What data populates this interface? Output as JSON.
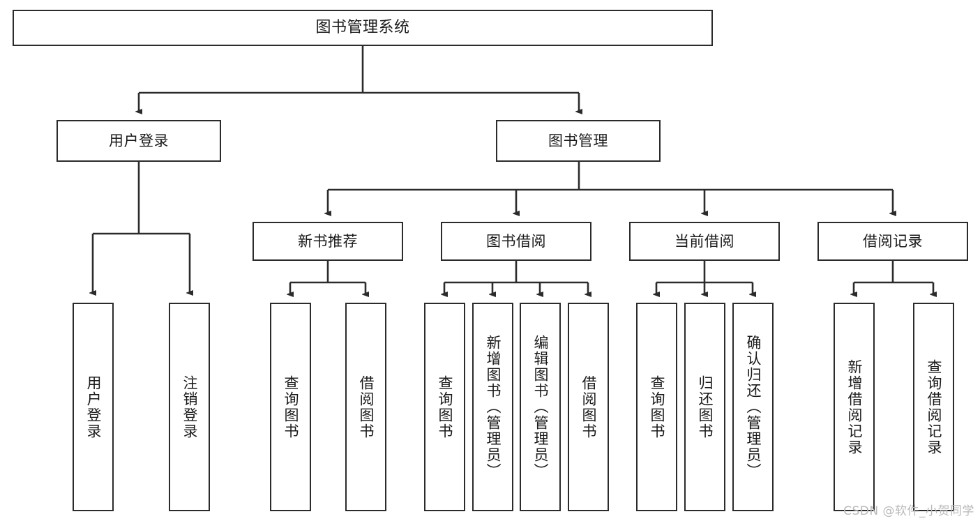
{
  "diagram": {
    "title": "图书管理系统",
    "type": "tree-hierarchy-chart",
    "watermark": "CSDN @软件_小贺同学",
    "colors": {
      "border": "#2b2b2b",
      "text": "#1a1a1a",
      "background": "#ffffff",
      "connector": "#2b2b2b",
      "watermark": "#b9b9b9"
    },
    "nodes": {
      "root": {
        "label": "图书管理系统"
      },
      "level2": [
        {
          "id": "user-login",
          "label": "用户登录"
        },
        {
          "id": "book-management",
          "label": "图书管理"
        }
      ],
      "level3": [
        {
          "id": "new-book-recommend",
          "label": "新书推荐"
        },
        {
          "id": "book-borrow",
          "label": "图书借阅"
        },
        {
          "id": "current-borrow",
          "label": "当前借阅"
        },
        {
          "id": "borrow-record",
          "label": "借阅记录"
        }
      ],
      "leaves": {
        "user-login": [
          {
            "id": "leaf-user-login",
            "label": "用户登录"
          },
          {
            "id": "leaf-logout-login",
            "label": "注销登录"
          }
        ],
        "new-book-recommend": [
          {
            "id": "leaf-query-book-1",
            "label": "查询图书"
          },
          {
            "id": "leaf-borrow-book-1",
            "label": "借阅图书"
          }
        ],
        "book-borrow": [
          {
            "id": "leaf-query-book-2",
            "label": "查询图书"
          },
          {
            "id": "leaf-add-book",
            "label": "新增图书（管理员）"
          },
          {
            "id": "leaf-edit-book",
            "label": "编辑图书（管理员）"
          },
          {
            "id": "leaf-borrow-book-2",
            "label": "借阅图书"
          }
        ],
        "current-borrow": [
          {
            "id": "leaf-query-book-3",
            "label": "查询图书"
          },
          {
            "id": "leaf-return-book",
            "label": "归还图书"
          },
          {
            "id": "leaf-confirm-return",
            "label": "确认归还（管理员）"
          }
        ],
        "borrow-record": [
          {
            "id": "leaf-add-record",
            "label": "新增借阅记录"
          },
          {
            "id": "leaf-query-record",
            "label": "查询借阅记录"
          }
        ]
      }
    }
  }
}
